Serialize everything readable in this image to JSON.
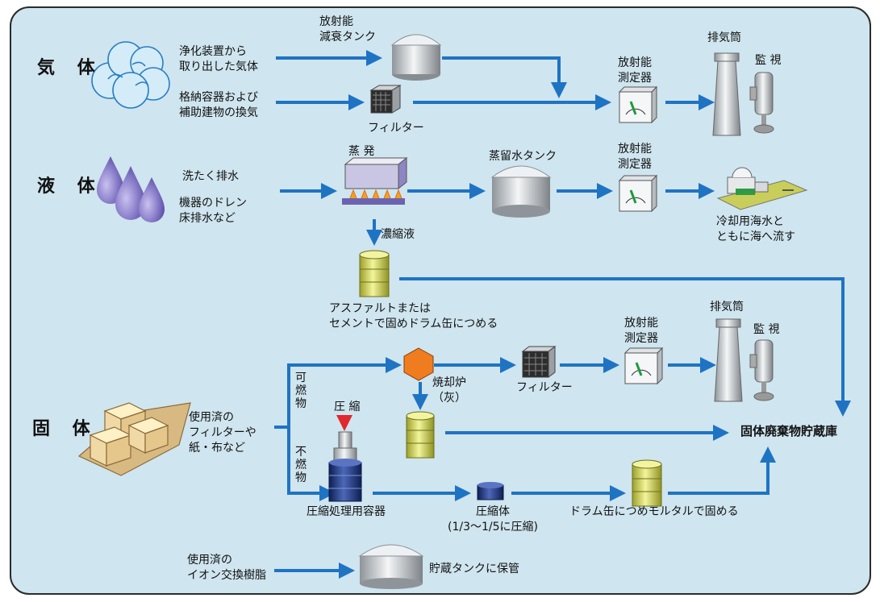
{
  "categories": {
    "gas": "気 体",
    "liquid": "液 体",
    "solid": "固 体"
  },
  "gas": {
    "source_1": "浄化装置から\n取り出した気体",
    "source_2": "格納容器および\n補助建物の換気",
    "decay_tank": "放射能\n減衰タンク",
    "filter": "フィルター",
    "monitor": "放射能\n測定器",
    "stack": "排気筒",
    "watch": "監 視"
  },
  "liquid": {
    "source_1": "洗たく排水",
    "source_2": "機器のドレン\n床排水など",
    "evaporation": "蒸 発",
    "distilled_tank": "蒸留水タンク",
    "monitor": "放射能\n測定器",
    "discharge": "冷却用海水と\nともに海へ流す",
    "concentrate": "濃縮液",
    "drum_note": "アスファルトまたは\nセメントで固めドラム缶につめる"
  },
  "solid": {
    "source": "使用済の\nフィルターや\n紙・布など",
    "combustible": "可\n燃\n物",
    "noncombustible": "不\n燃\n物",
    "incinerator": "焼却炉\n（灰）",
    "filter": "フィルター",
    "monitor": "放射能\n測定器",
    "stack": "排気筒",
    "watch": "監 視",
    "compress": "圧 縮",
    "compress_container": "圧縮処理用容器",
    "compressed": "圧縮体\n(1/3〜1/5に圧縮)",
    "drum_mortar": "ドラム缶につめモルタルで固める",
    "storage": "固体廃棄物貯蔵庫"
  },
  "resin": {
    "source": "使用済の\nイオン交換樹脂",
    "storage": "貯蔵タンクに保管"
  },
  "colors": {
    "background": "#cfe5ef",
    "arrow": "#1f73c3",
    "drum": "#e7e97a",
    "incinerator": "#ef7d1f",
    "compress_arrow": "#e0282e"
  }
}
